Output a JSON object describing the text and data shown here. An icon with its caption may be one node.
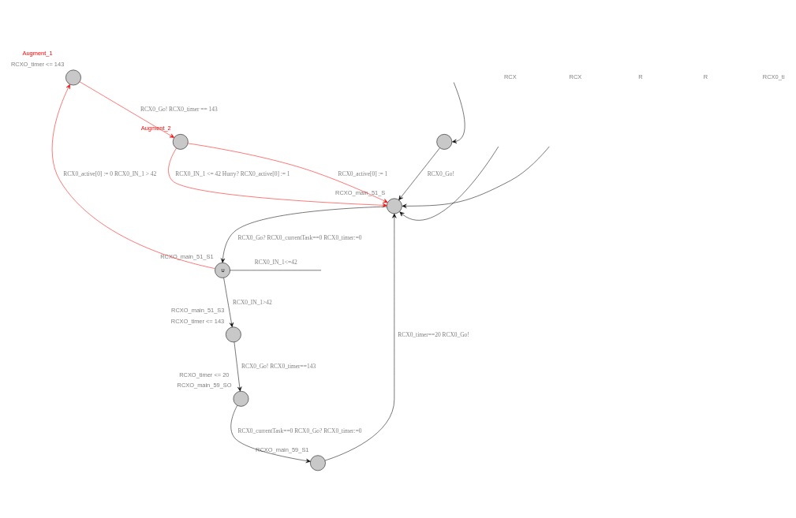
{
  "diagram": {
    "nodes": [
      {
        "text": [],
        "shape": "circle",
        "beside": [
          "Augment_1",
          "RCXO_timer <= 143"
        ]
      },
      {
        "text": [],
        "shape": "circle",
        "beside": [
          "Augment_2"
        ]
      },
      {
        "text": [
          "∪"
        ],
        "beside": [
          "RCXO_main_51_S1"
        ]
      },
      {
        "text": [],
        "shape": "circle",
        "beside": [
          "RCXO_main_51_S"
        ]
      },
      {
        "text": [],
        "shape": "circle",
        "beside": [
          "RCXO_main_51_S3",
          "RCXO_timer <= 143"
        ]
      },
      {
        "text": [],
        "shape": "circle",
        "beside": [
          "RCXO_timer <= 20",
          "RCXO_main_59_SO"
        ]
      },
      {
        "text": [],
        "shape": "circle",
        "beside": [
          "RCXO_main_59_S1"
        ]
      },
      {
        "text": [],
        "shape": "circle"
      }
    ],
    "edges": [
      {
        "from": 0,
        "to": 1,
        "arrow": "to",
        "label": "RCX0_Go! RCX0_timer == 143",
        "color": "#ff0000"
      },
      {
        "from": 1,
        "to": 3,
        "arrow": "to",
        "label": "RCX0_IN_1 <= 42 Hurry? RCX0_active[0] := 1",
        "color": "#ff0000"
      },
      {
        "from": 1,
        "to": 3,
        "arrow": "to",
        "label": "RCX0_active[0] := 1",
        "color": "#ff0000"
      },
      {
        "from": 2,
        "to": 0,
        "arrow": "to",
        "label": "RCX0_active[0] := 0 RCX0_IN_1 > 42",
        "color": "#ff0000"
      },
      {
        "from": 3,
        "to": 2,
        "arrow": "to",
        "label": "RCX0_Go? RCX0_currentTask==0 RCX0_timer:=0"
      },
      {
        "from": 2,
        "to": null,
        "arrow": "none",
        "label": "RCX0_IN_1<=42"
      },
      {
        "from": 2,
        "to": 4,
        "arrow": "to",
        "label": "RCX0_IN_1>42"
      },
      {
        "from": 4,
        "to": 5,
        "arrow": "to",
        "label": "RCX0_Go! RCX0_timer==143"
      },
      {
        "from": 5,
        "to": 6,
        "arrow": "to",
        "label": "RCX0_currentTask==0 RCX0_Go? RCX0_timer:=0"
      },
      {
        "from": 6,
        "to": 3,
        "arrow": "to",
        "label": "RCX0_timer==20 RCX0_Go!"
      },
      {
        "from": 7,
        "to": 3,
        "arrow": "to",
        "label": "RCX0_Go!"
      },
      {
        "from": null,
        "to": 7,
        "arrow": "to"
      },
      {
        "from": null,
        "to": 3,
        "arrow": "to"
      },
      {
        "from": null,
        "to": 3,
        "arrow": "to"
      }
    ],
    "labels": [
      "RCX",
      "RCX",
      "R",
      "R",
      "RCX0_ti"
    ]
  }
}
